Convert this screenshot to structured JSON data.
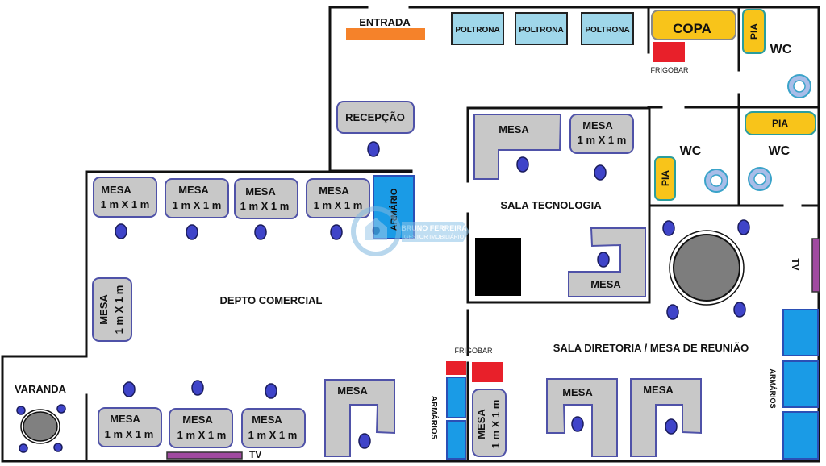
{
  "floorplan": {
    "rooms": {
      "entrada": "ENTRADA",
      "recepcao": "RECEPÇÃO",
      "copa": "COPA",
      "wc": "WC",
      "sala_tecnologia": "SALA TECNOLOGIA",
      "depto_comercial": "DEPTO COMERCIAL",
      "sala_diretoria": "SALA DIRETORIA  /  MESA DE REUNIÃO",
      "varanda": "VARANDA"
    },
    "furniture": {
      "poltrona": "POLTRONA",
      "mesa": "MESA",
      "mesa_size": "1 m X 1 m",
      "pia": "PIA",
      "frigobar": "FRIGOBAR",
      "armario": "ARMÁRIO",
      "armarios": "ARMÁRIOS",
      "tv": "TV"
    },
    "watermark": {
      "line1": "BRUNO FERREIRA",
      "line2": "GESTOR IMOBILIÁRIO"
    },
    "colors": {
      "desk": "#c8c8c8",
      "chair": "#3f44c9",
      "poltrona": "#9fd7ea",
      "pia": "#f8c41a",
      "armario": "#1a9be6",
      "frigobar": "#e8202a",
      "tv": "#a04aa0",
      "entrada": "#f5822a"
    }
  }
}
